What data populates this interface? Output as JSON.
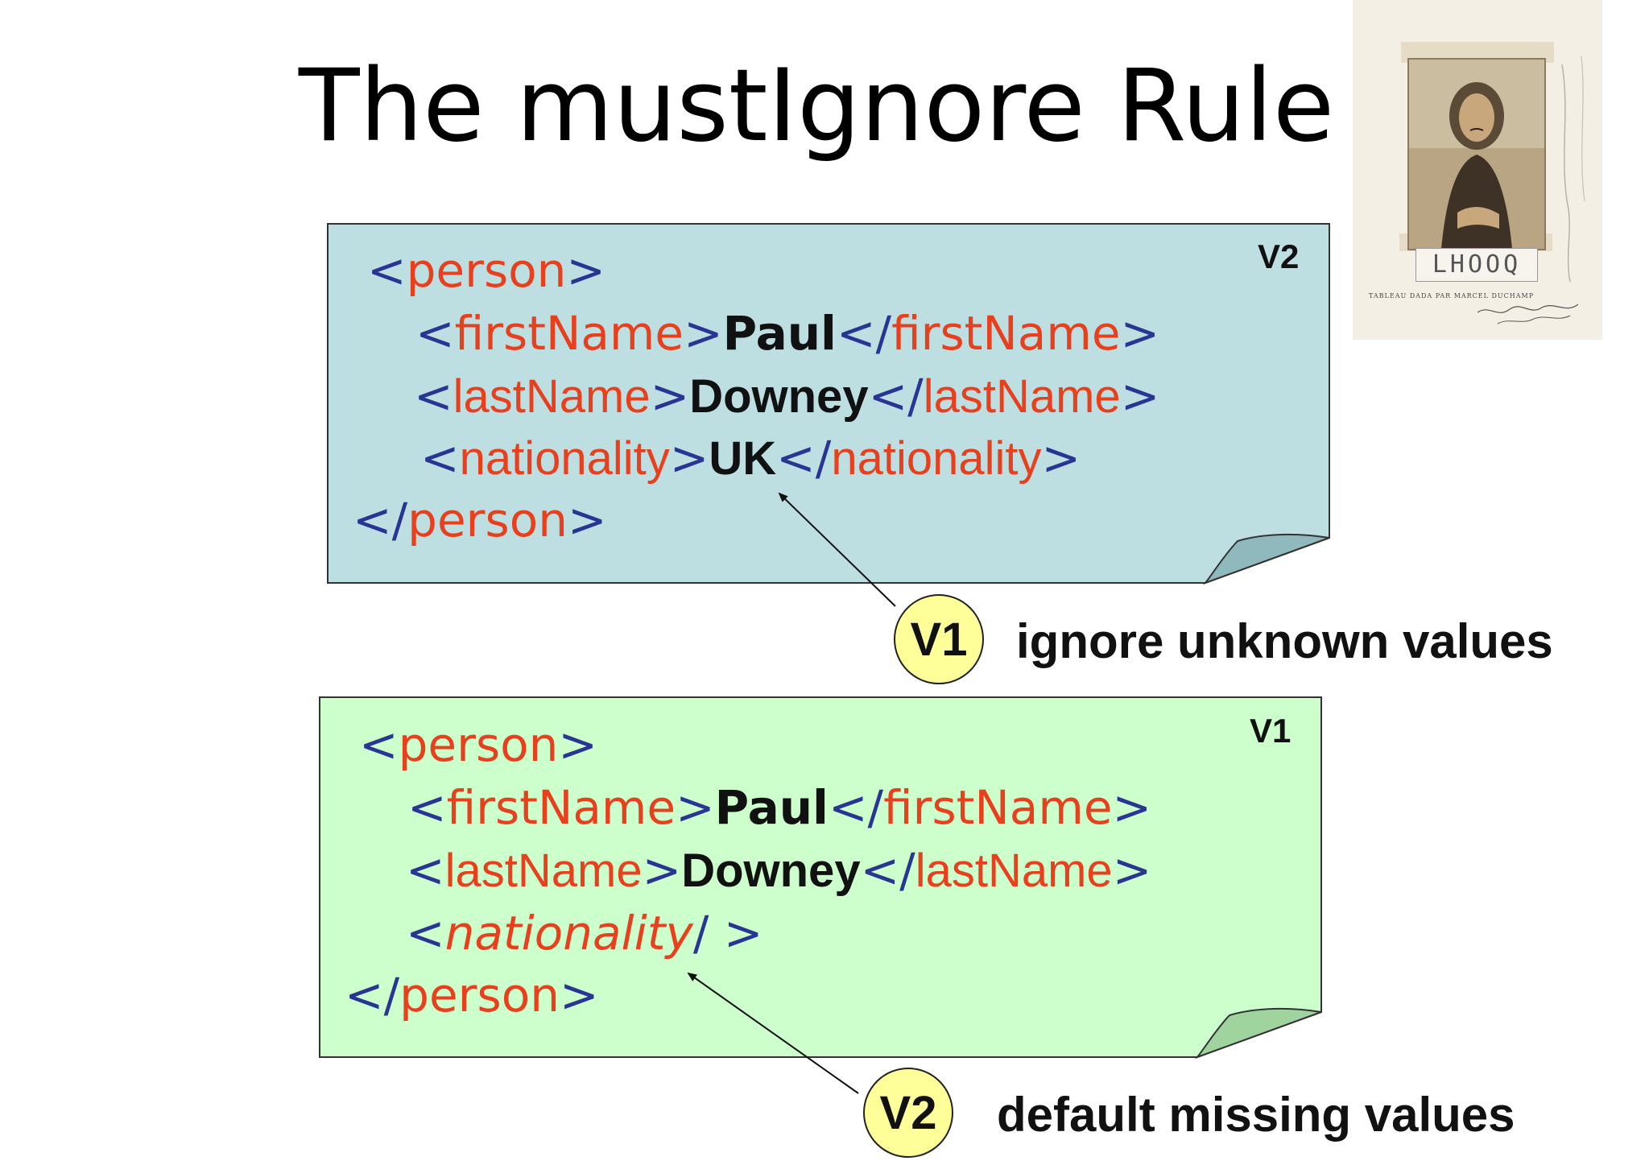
{
  "title": "The mustIgnore Rule",
  "v2_block": {
    "version_label": "V2",
    "open_tag": "person",
    "first_name_tag": "firstName",
    "first_name_value": "Paul",
    "last_name_tag": "lastName",
    "last_name_value": "Downey",
    "nationality_tag": "nationality",
    "nationality_value": "UK",
    "close_tag": "person",
    "background": "#bddfe2"
  },
  "v1_block": {
    "version_label": "V1",
    "open_tag": "person",
    "first_name_tag": "firstName",
    "first_name_value": "Paul",
    "last_name_tag": "lastName",
    "last_name_value": "Downey",
    "nationality_tag": "nationality",
    "close_tag": "person",
    "background": "#ccffcc"
  },
  "callout_v1": {
    "badge": "V1",
    "text": "ignore unknown values"
  },
  "callout_v2": {
    "badge": "V2",
    "text": "default missing values"
  },
  "image": {
    "subject": "mona-lisa-lhooq-artwork",
    "label": "LHOOQ",
    "credit": "TABLEAU DADA PAR MARCEL DUCHAMP"
  },
  "colors": {
    "bracket": "#283593",
    "tag": "#e8401c",
    "value": "#111111",
    "badge_fill": "#ffff99"
  }
}
